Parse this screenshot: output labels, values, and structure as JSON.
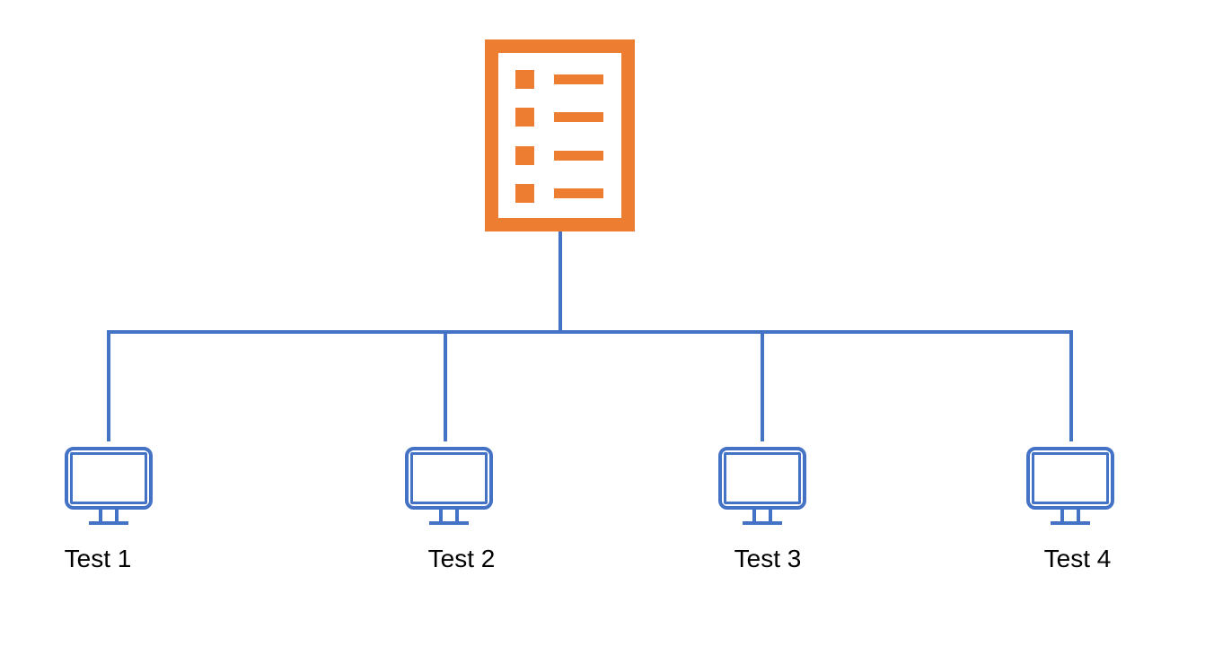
{
  "colors": {
    "orange": "#ED7D31",
    "blue": "#4472C4",
    "text": "#000000",
    "background": "#FFFFFF"
  },
  "diagram": {
    "type": "tree",
    "root": {
      "icon": "bulleted-list-icon"
    },
    "nodes": [
      {
        "icon": "monitor-icon",
        "label": "Test 1"
      },
      {
        "icon": "monitor-icon",
        "label": "Test 2"
      },
      {
        "icon": "monitor-icon",
        "label": "Test 3"
      },
      {
        "icon": "monitor-icon",
        "label": "Test 4"
      }
    ]
  }
}
